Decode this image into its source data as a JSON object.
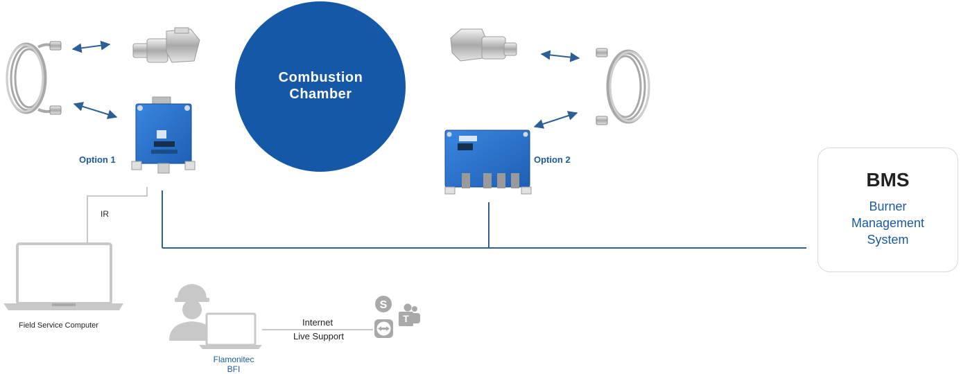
{
  "chamber": {
    "line1": "Combustion",
    "line2": "Chamber"
  },
  "options": {
    "option1": "Option 1",
    "option2": "Option 2"
  },
  "bms": {
    "title": "BMS",
    "line1": "Burner",
    "line2": "Management",
    "line3": "System"
  },
  "labels": {
    "ir": "IR",
    "field_computer": "Field Service Computer",
    "internet": "Internet",
    "live_support": "Live Support",
    "flamonitec_line1": "Flamonitec",
    "flamonitec_line2": "BFI"
  },
  "colors": {
    "brand_blue": "#1558a7",
    "line_blue": "#2c5f95",
    "gray": "#c8c8c8"
  },
  "icons": [
    "skype-icon",
    "teams-icon",
    "teamviewer-icon"
  ]
}
